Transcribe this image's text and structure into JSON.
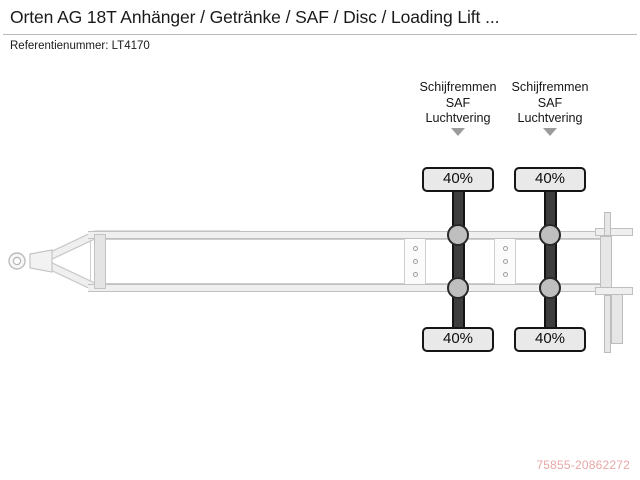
{
  "header": {
    "title": "Orten AG 18T Anhänger / Getränke / SAF / Disc / Loading Lift ...",
    "reference_label": "Referentienummer: LT4170"
  },
  "diagram": {
    "type": "trailer-top-view",
    "axles": [
      {
        "name": "axle-1",
        "label_lines": [
          "Schijfremmen",
          "SAF",
          "Luchtvering"
        ],
        "arrow_icon": "chevron-down-icon",
        "tread_top": "40%",
        "tread_bottom": "40%"
      },
      {
        "name": "axle-2",
        "label_lines": [
          "Schijfremmen",
          "SAF",
          "Luchtvering"
        ],
        "arrow_icon": "chevron-down-icon",
        "tread_top": "40%",
        "tread_bottom": "40%"
      }
    ],
    "colors": {
      "badge_fill": "#e9e9e9",
      "badge_border": "#151515",
      "axle_bar": "#3d3d3d",
      "wheel_fill": "#bfbfbf",
      "chassis_fill": "#efefef",
      "chassis_stroke": "#c0c0c0",
      "arrow": "#9b9b9b"
    }
  },
  "watermark": {
    "text": "75855-20862272",
    "color": "#e8a7a7"
  }
}
